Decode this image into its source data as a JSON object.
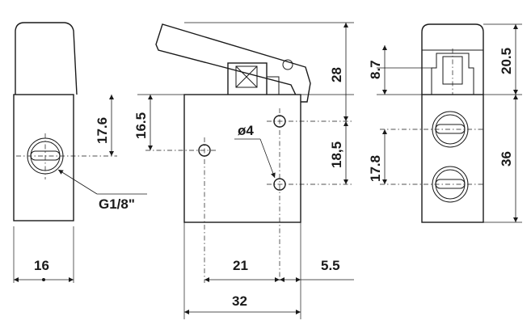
{
  "dimensions": {
    "left_width": "16",
    "left_port_height": "17.6",
    "mount_hole_height": "16.5",
    "thread": "G1/8\"",
    "hole_diameter": "ø4",
    "hole_spacing_vertical": "18,5",
    "lever_height": "28",
    "hole_spacing_horizontal": "21",
    "hole_edge_offset": "5.5",
    "body_width": "32",
    "cap_height_small": "8.7",
    "port_spacing": "17.8",
    "cap_height": "20.5",
    "body_height": "36"
  }
}
